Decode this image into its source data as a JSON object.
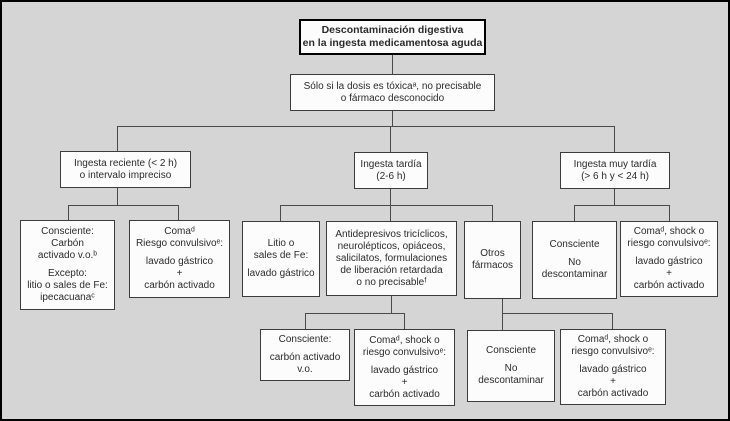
{
  "diagram": {
    "title": "Descontaminación digestiva en la ingesta medicamentosa aguda",
    "type": "flowchart",
    "language": "es"
  },
  "colors": {
    "background": "#d5d5d5",
    "box_fill": "#fcfcfc",
    "box_border": "#3c3c3c",
    "title_border": "#000000",
    "connector_line": "#4a4a4a",
    "text": "#2b2b2b"
  },
  "nodes": {
    "title": {
      "p1": "Descontaminación digestiva\nen la ingesta medicamentosa aguda"
    },
    "dose_condition": {
      "p1": "Sólo si la dosis es tóxicaᵃ, no precisable\no fármaco desconocido"
    },
    "branch_recent": {
      "p1": "Ingesta reciente (< 2 h)\no intervalo impreciso"
    },
    "branch_late": {
      "p1": "Ingesta tardía\n(2-6 h)"
    },
    "branch_very_late": {
      "p1": "Ingesta muy tardía\n(> 6 h y < 24 h)"
    },
    "recent_conscious": {
      "p1": "Consciente:\nCarbón\nactivado v.o.ᵇ",
      "p2": "Excepto:\nlitio o sales de Fe:\nipecacuanaᶜ"
    },
    "recent_coma": {
      "p1": "Comaᵈ\nRiesgo convulsivoᵉ:",
      "p2": "lavado gástrico\n+\ncarbón activado"
    },
    "late_lithium": {
      "p1": "Litio o\nsales de Fe:",
      "p2": "lavado gástrico"
    },
    "late_antidepressants": {
      "p1": "Antidepresivos tricíclicos,\nneurolépticos, opiáceos,\nsalicilatos, formulaciones\nde liberación retardada\no no precisableᶠ"
    },
    "late_other_drugs": {
      "p1": "Otros\nfármacos"
    },
    "verylate_conscious": {
      "p1": "Consciente",
      "p2": "No\ndescontaminar"
    },
    "verylate_coma": {
      "p1": "Comaᵈ, shock o\nriesgo convulsivoᵉ:",
      "p2": "lavado gástrico\n+\ncarbón activado"
    },
    "antidep_conscious": {
      "p1": "Consciente:",
      "p2": "carbón activado\nv.o."
    },
    "antidep_coma": {
      "p1": "Comaᵈ, shock o\nriesgo convulsivoᵉ:",
      "p2": "lavado gástrico\n+\ncarbón activado"
    },
    "other_conscious": {
      "p1": "Consciente",
      "p2": "No\ndescontaminar"
    },
    "other_coma": {
      "p1": "Comaᵈ, shock o\nriesgo convulsivoᵉ:",
      "p2": "lavado gástrico\n+\ncarbón activado"
    }
  }
}
